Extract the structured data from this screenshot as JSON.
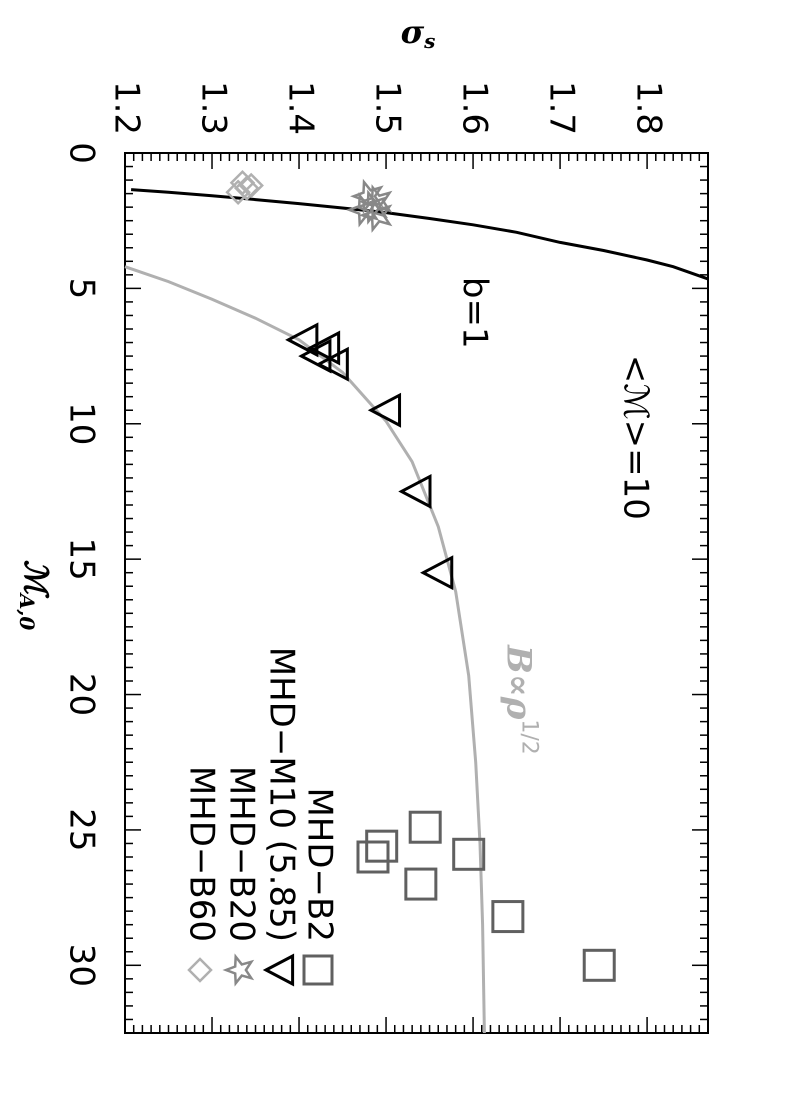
{
  "chart_data": {
    "type": "scatter",
    "xlabel": "σ",
    "xlabel_sub": "s",
    "ylabel": "ℳ",
    "ylabel_sub": "A,0",
    "xlim": [
      1.2,
      1.87
    ],
    "ylim": [
      0,
      32.5
    ],
    "x_ticks": [
      1.2,
      1.3,
      1.4,
      1.5,
      1.6,
      1.7,
      1.8
    ],
    "y_ticks": [
      0,
      5,
      10,
      15,
      20,
      25,
      30
    ],
    "x_tick_labels": [
      "1.2",
      "1.3",
      "1.4",
      "1.5",
      "1.6",
      "1.7",
      "1.8"
    ],
    "y_tick_labels": [
      "0",
      "5",
      "10",
      "15",
      "20",
      "25",
      "30"
    ],
    "annotations": [
      {
        "text": "<ℳ>=10",
        "x": 1.785,
        "y": 10.5
      },
      {
        "text": "b=1",
        "x": 1.6,
        "y": 5.9
      },
      {
        "text": "B∝ρ",
        "sup": "1/2",
        "x": 1.65,
        "y": 20.2,
        "color": "#b0b0b0"
      }
    ],
    "series": [
      {
        "name": "MHD−B2",
        "marker": "square",
        "color": "#606060",
        "x": [
          1.545,
          1.495,
          1.485,
          1.54,
          1.595,
          1.64,
          1.745
        ],
        "y": [
          24.9,
          25.6,
          26.0,
          27.0,
          25.9,
          28.2,
          30.0
        ]
      },
      {
        "name": "MHD−M10 (5.85)",
        "marker": "triangle",
        "color": "#000000",
        "x": [
          1.405,
          1.42,
          1.43,
          1.44,
          1.5,
          1.535,
          1.56
        ],
        "y": [
          6.9,
          7.5,
          7.2,
          7.8,
          9.5,
          12.5,
          15.5
        ]
      },
      {
        "name": "MHD−B20",
        "marker": "star",
        "color": "#888888",
        "x": [
          1.48,
          1.49,
          1.485,
          1.475,
          1.49
        ],
        "y": [
          1.6,
          1.8,
          2.0,
          2.1,
          2.3
        ]
      },
      {
        "name": "MHD−B60",
        "marker": "diamond",
        "color": "#b0b0b0",
        "x": [
          1.335,
          1.345,
          1.34,
          1.33
        ],
        "y": [
          1.1,
          1.2,
          1.3,
          1.45
        ]
      }
    ],
    "curves": [
      {
        "label": "b=1",
        "color": "#000000",
        "points": [
          [
            1.207,
            1.35
          ],
          [
            1.25,
            1.45
          ],
          [
            1.3,
            1.58
          ],
          [
            1.35,
            1.72
          ],
          [
            1.4,
            1.87
          ],
          [
            1.45,
            2.03
          ],
          [
            1.5,
            2.2
          ],
          [
            1.55,
            2.42
          ],
          [
            1.6,
            2.65
          ],
          [
            1.65,
            2.93
          ],
          [
            1.7,
            3.3
          ],
          [
            1.75,
            3.6
          ],
          [
            1.8,
            3.95
          ],
          [
            1.83,
            4.2
          ],
          [
            1.87,
            4.65
          ]
        ]
      },
      {
        "label": "B∝ρ^1/2",
        "color": "#b0b0b0",
        "points": [
          [
            1.2,
            4.2
          ],
          [
            1.25,
            4.75
          ],
          [
            1.3,
            5.4
          ],
          [
            1.35,
            6.1
          ],
          [
            1.4,
            6.9
          ],
          [
            1.45,
            8.1
          ],
          [
            1.5,
            9.9
          ],
          [
            1.53,
            11.4
          ],
          [
            1.56,
            13.8
          ],
          [
            1.58,
            16.2
          ],
          [
            1.595,
            19.3
          ],
          [
            1.603,
            22.5
          ],
          [
            1.608,
            25.5
          ],
          [
            1.611,
            28.5
          ],
          [
            1.613,
            32.5
          ]
        ]
      }
    ]
  }
}
